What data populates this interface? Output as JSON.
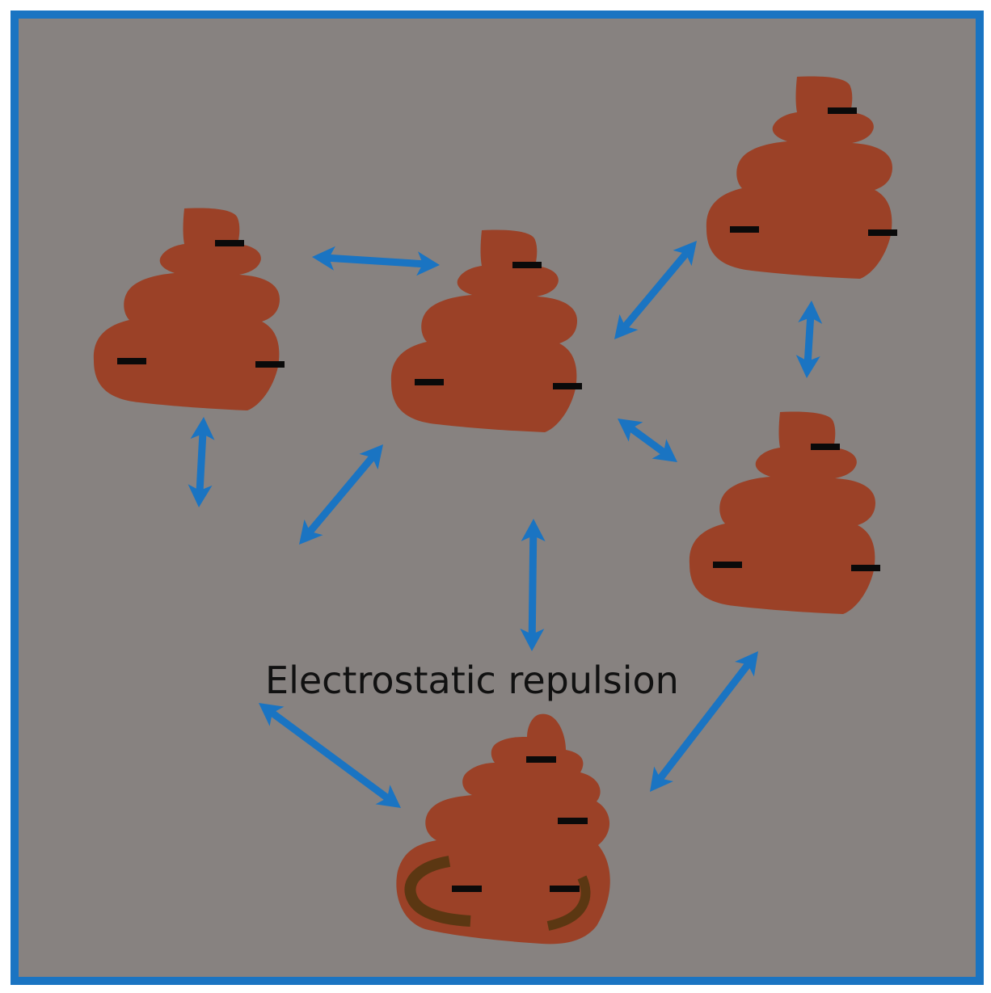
{
  "diagram": {
    "label": "Electrostatic repulsion",
    "charge_symbol": "−",
    "particle_count": 5,
    "arrow_count": 9
  },
  "colors": {
    "background": "#878280",
    "border": "#1a74c2",
    "particle": "#9b4127",
    "arrow": "#1a74c2",
    "charge": "#0a0a0a",
    "fiber": "#5b3712",
    "label": "#111111"
  }
}
